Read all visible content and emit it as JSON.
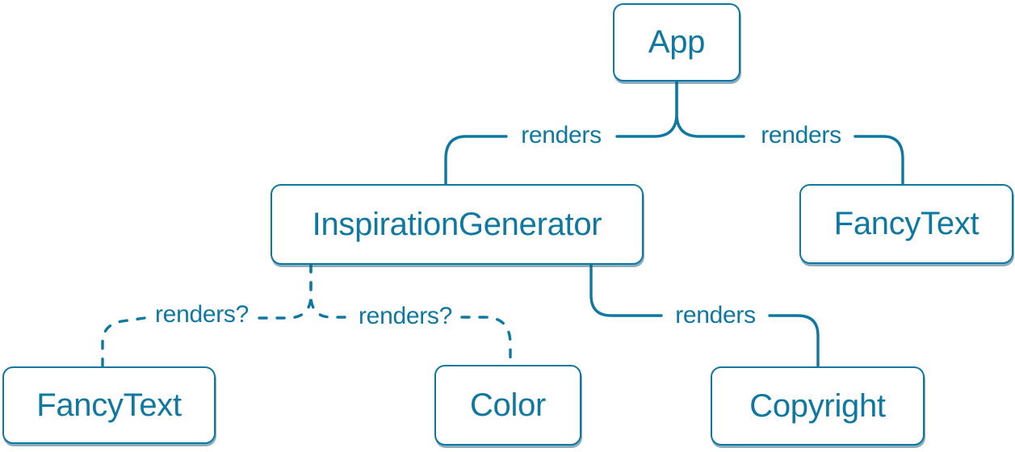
{
  "diagram": {
    "type": "component-render-tree",
    "colors": {
      "accent": "#0e78a2",
      "node_fill": "#ffffff",
      "shadow": "rgba(23,90,125,0.5)",
      "background": "#ffffff"
    },
    "nodes": [
      {
        "id": "app",
        "label": "App"
      },
      {
        "id": "inspiration-generator",
        "label": "InspirationGenerator"
      },
      {
        "id": "fancy-text-top",
        "label": "FancyText"
      },
      {
        "id": "fancy-text-bottom",
        "label": "FancyText"
      },
      {
        "id": "color",
        "label": "Color"
      },
      {
        "id": "copyright",
        "label": "Copyright"
      }
    ],
    "edges": [
      {
        "from": "app",
        "to": "inspiration-generator",
        "label": "renders",
        "style": "solid"
      },
      {
        "from": "app",
        "to": "fancy-text-top",
        "label": "renders",
        "style": "solid"
      },
      {
        "from": "inspiration-generator",
        "to": "fancy-text-bottom",
        "label": "renders?",
        "style": "dashed"
      },
      {
        "from": "inspiration-generator",
        "to": "color",
        "label": "renders?",
        "style": "dashed"
      },
      {
        "from": "inspiration-generator",
        "to": "copyright",
        "label": "renders",
        "style": "solid"
      }
    ]
  }
}
